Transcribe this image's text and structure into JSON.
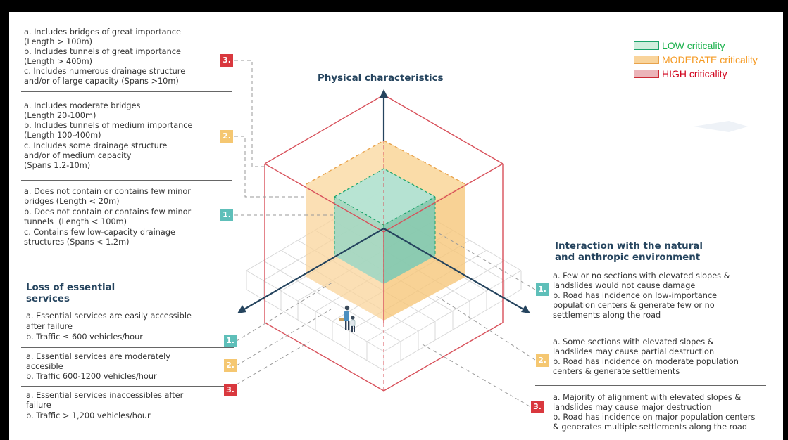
{
  "legend": [
    {
      "label": "LOW criticality",
      "color": "#18b04a",
      "fill": "#cfeedd",
      "stroke": "#1aa36a"
    },
    {
      "label": "MODERATE criticality",
      "color": "#f59a23",
      "fill": "#f9d49b",
      "stroke": "#e8a24b"
    },
    {
      "label": "HIGH criticality",
      "color": "#d0021b",
      "fill": "#ebb4b8",
      "stroke": "#cc2a35"
    }
  ],
  "axes": {
    "vertical": "Physical characteristics",
    "right": [
      "Interaction with the natural",
      "and anthropic environment"
    ],
    "left": [
      "Loss of essential",
      "services"
    ]
  },
  "physical": {
    "high": [
      "a. Includes bridges of great importance",
      "(Length > 100m)",
      "b. Includes tunnels of great importance",
      "(Length > 400m)",
      "c. Includes numerous drainage structure",
      "and/or of large capacity (Spans >10m)"
    ],
    "moderate": [
      "a. Includes moderate bridges",
      "(Length 20-100m)",
      "b. Includes tunnels of medium importance",
      "(Length 100-400m)",
      "c. Includes some drainage structure",
      "and/or of medium capacity",
      "(Spans 1.2-10m)"
    ],
    "low": [
      "a. Does not contain or contains few minor",
      "bridges (Length < 20m)",
      "b. Does not contain or contains few minor",
      "tunnels  (Length < 100m)",
      "c. Contains few low-capacity drainage",
      "structures (Spans < 1.2m)"
    ]
  },
  "services": {
    "low": [
      "a. Essential services are easily accessible",
      "after failure",
      "b. Traffic ≤ 600 vehicles/hour"
    ],
    "moderate": [
      "a. Essential services are moderately",
      "accesible",
      "b. Traffic 600-1200 vehicles/hour"
    ],
    "high": [
      "a. Essential services inaccessibles after",
      "failure",
      "b. Traffic > 1,200 vehicles/hour"
    ]
  },
  "environment": {
    "low": [
      "a. Few or no sections with elevated slopes &",
      "landslides would not cause damage",
      "b. Road has incidence on low-importance",
      "population centers & generate few or no",
      "settlements along the road"
    ],
    "moderate": [
      "a. Some sections with elevated slopes &",
      "landslides may cause partial destruction",
      "b. Road has incidence on moderate population",
      "centers & generate settlements"
    ],
    "high": [
      "a. Majority of alignment with elevated slopes &",
      "landslides may cause major destruction",
      "b. Road has incidence on major population centers",
      "& generates multiple settlements along the road"
    ]
  },
  "badges": {
    "low": "1.",
    "moderate": "2.",
    "high": "3."
  }
}
